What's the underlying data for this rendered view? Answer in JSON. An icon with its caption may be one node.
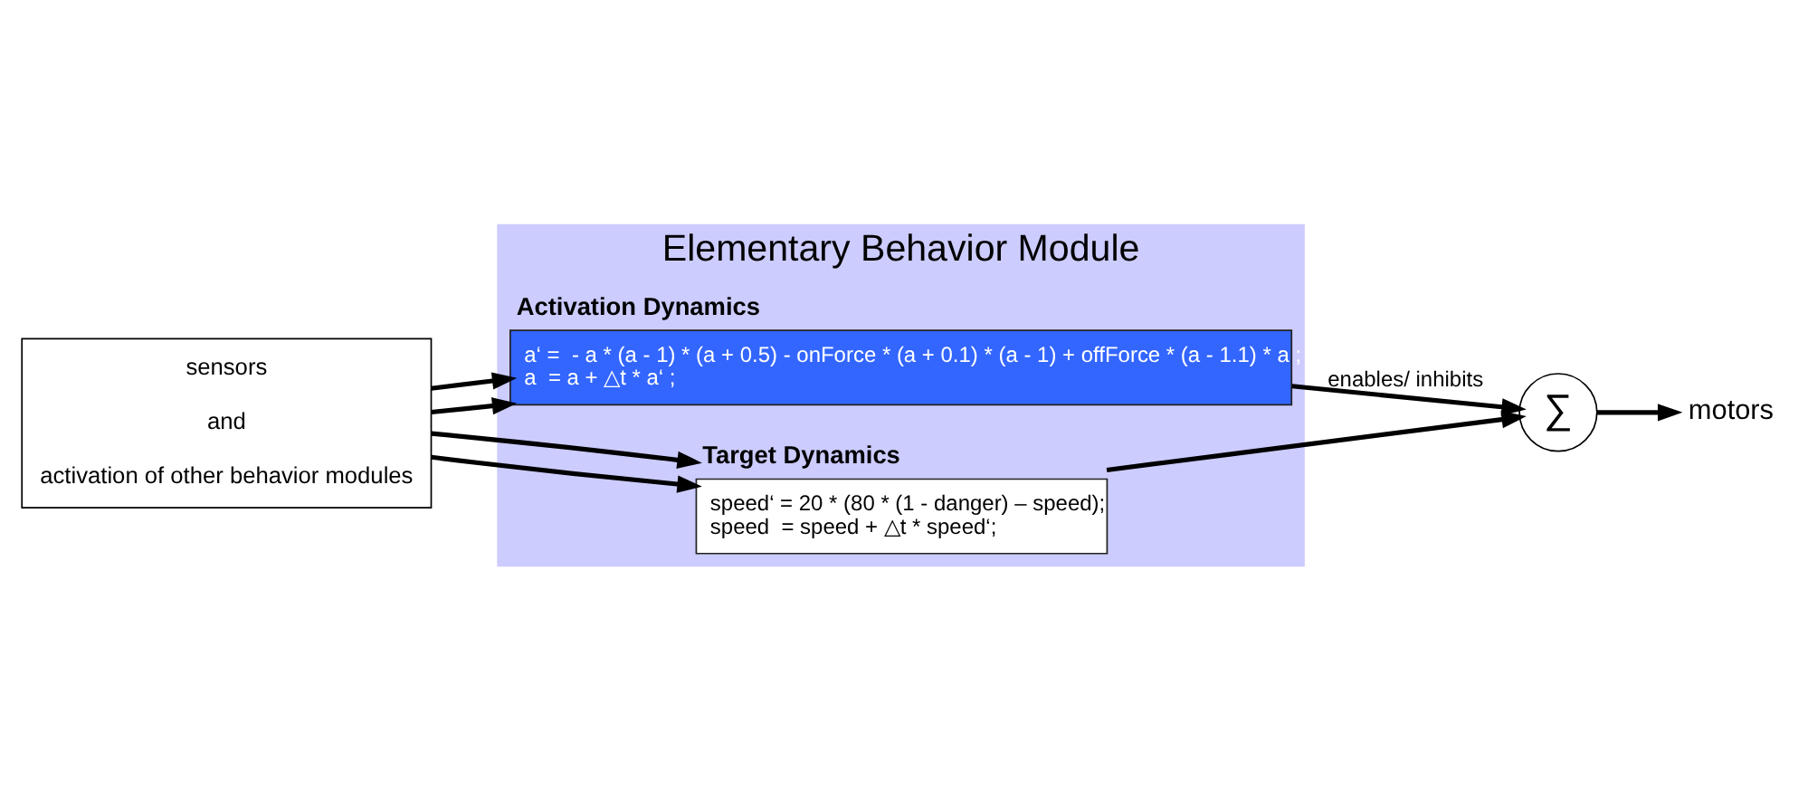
{
  "diagram": {
    "nodes": [
      {
        "text": [
          "Elementary Behavior Module"
        ]
      },
      {
        "text": [
          "Activation Dynamics",
          "a‘ =  - a * (a - 1) * (a + 0.5) - onForce * (a + 0.1) * (a - 1) + offForce * (a - 1.1) * a ;",
          "a  = a + △t * a‘ ;"
        ],
        "in": 0
      },
      {
        "text": [
          "Target Dynamics",
          "speed‘ = 20 * (80 * (1 - danger) – speed);",
          "speed  = speed + △t * speed‘;"
        ],
        "in": 0
      },
      {
        "text": [
          "sensors",
          "and",
          "activation of other behavior modules"
        ]
      },
      {
        "text": [
          "∑"
        ]
      },
      {
        "text": [
          "motors"
        ]
      }
    ],
    "edges": [
      {
        "from": 3,
        "to": 1,
        "arrow": "to"
      },
      {
        "from": 3,
        "to": 1,
        "arrow": "to"
      },
      {
        "from": 3,
        "to": 2,
        "arrow": "to"
      },
      {
        "from": 3,
        "to": 2,
        "arrow": "to"
      },
      {
        "from": 1,
        "to": 4,
        "arrow": "to",
        "label": "enables/ inhibits"
      },
      {
        "from": 2,
        "to": 4,
        "arrow": "to"
      },
      {
        "from": 4,
        "to": 5,
        "arrow": "to"
      }
    ]
  }
}
